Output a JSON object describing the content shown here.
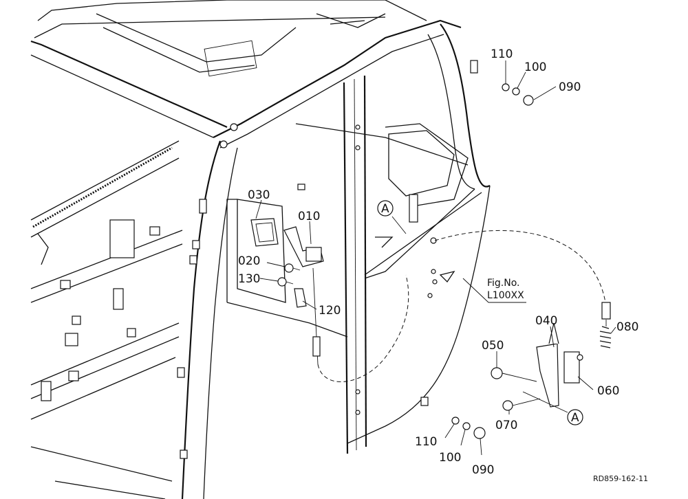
{
  "callouts": [
    {
      "id": "c110a",
      "text": "110"
    },
    {
      "id": "c100a",
      "text": "100"
    },
    {
      "id": "c090a",
      "text": "090"
    },
    {
      "id": "c030",
      "text": "030"
    },
    {
      "id": "c010",
      "text": "010"
    },
    {
      "id": "c020",
      "text": "020"
    },
    {
      "id": "c130",
      "text": "130"
    },
    {
      "id": "c120",
      "text": "120"
    },
    {
      "id": "c040",
      "text": "040"
    },
    {
      "id": "c080",
      "text": "080"
    },
    {
      "id": "c050",
      "text": "050"
    },
    {
      "id": "c060",
      "text": "060"
    },
    {
      "id": "c070",
      "text": "070"
    },
    {
      "id": "c110b",
      "text": "110"
    },
    {
      "id": "c100b",
      "text": "100"
    },
    {
      "id": "c090b",
      "text": "090"
    }
  ],
  "ref_markers": [
    {
      "id": "refA1",
      "text": "A"
    },
    {
      "id": "refA2",
      "text": "A"
    }
  ],
  "fig_ref": {
    "line1": "Fig.No.",
    "line2": "L100XX"
  },
  "drawing_code": "RD859-162-11"
}
